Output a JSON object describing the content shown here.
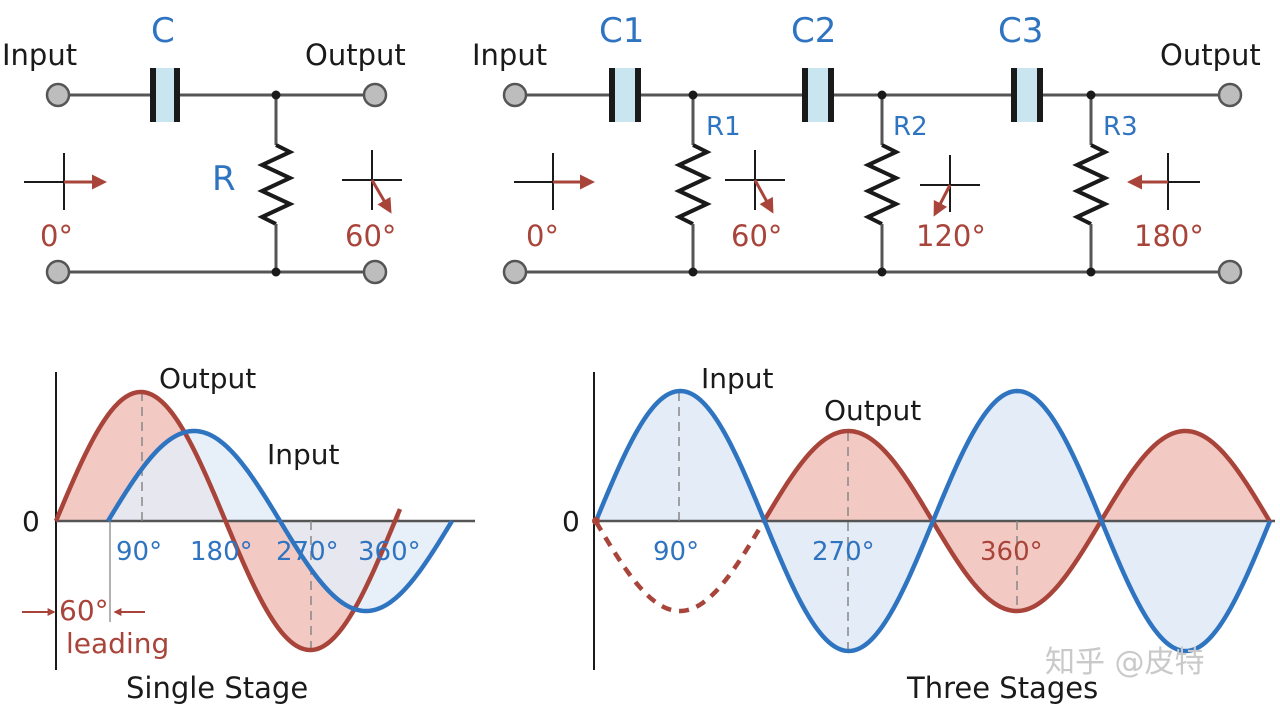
{
  "colors": {
    "wire": "#555555",
    "blue": "#2f74c0",
    "red": "#a9443a",
    "blue_fill": "#e3ecf7",
    "red_fill": "#f3c9c4",
    "cap_fill": "#c9e6f0",
    "terminal": "#bdbdbd",
    "text": "#1a1a1a",
    "watermark": "#c9c9c9"
  },
  "single_circuit": {
    "input_label": "Input",
    "output_label": "Output",
    "capacitor_label": "C",
    "resistor_label": "R",
    "input_phase": "0°",
    "output_phase": "60°"
  },
  "three_circuit": {
    "input_label": "Input",
    "output_label": "Output",
    "capacitor_labels": [
      "C1",
      "C2",
      "C3"
    ],
    "resistor_labels": [
      "R1",
      "R2",
      "R3"
    ],
    "phases": [
      "0°",
      "60°",
      "120°",
      "180°"
    ]
  },
  "single_graph": {
    "zero_label": "0",
    "output_label": "Output",
    "input_label": "Input",
    "tick_labels": [
      "90°",
      "180°",
      "270°",
      "360°"
    ],
    "lead_value": "60°",
    "lead_text": "leading",
    "caption": "Single Stage"
  },
  "three_graph": {
    "zero_label": "0",
    "input_label": "Input",
    "output_label": "Output",
    "tick_labels": [
      "90°",
      "270°",
      "360°"
    ],
    "caption": "Three Stages"
  },
  "watermark": "知乎 @皮特"
}
